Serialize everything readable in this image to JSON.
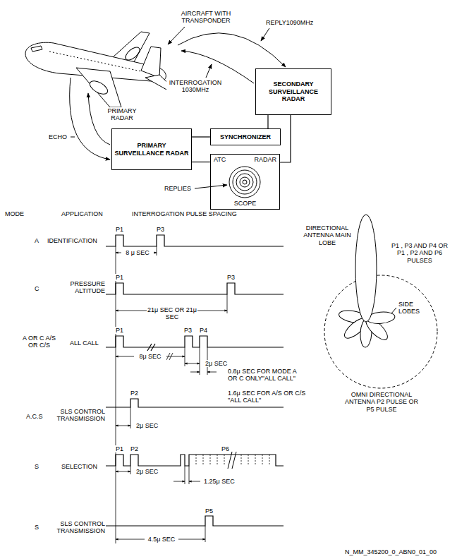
{
  "diagram": {
    "nodes": [
      {
        "text": [
          "SECONDARY SURVEILLANCE RADAR"
        ]
      },
      {
        "text": [
          "SYNCHRONIZER"
        ]
      },
      {
        "text": [
          "PRIMARY SURVEILLANCE RADAR"
        ]
      },
      {
        "text": [
          "ATC",
          "RADAR",
          "SCOPE"
        ]
      }
    ],
    "edges": [
      {
        "from": 0,
        "to": 1,
        "arrow": "none"
      },
      {
        "from": 1,
        "to": 2,
        "arrow": "none"
      },
      {
        "from": 0,
        "to": 3,
        "arrow": "none"
      },
      {
        "from": 2,
        "to": 3,
        "arrow": "none"
      }
    ],
    "labels": [
      "AIRCRAFT WITH TRANSPONDER",
      "REPLY1090MHz",
      "INTERROGATION 1030MHz",
      "PRIMARY RADAR",
      "ECHO",
      "REPLIES",
      "MODE",
      "APPLICATION",
      "INTERROGATION PULSE SPACING",
      "A",
      "IDENTIFICATION",
      "P1",
      "P3",
      "8 μ SEC",
      "C",
      "PRESSURE ALTITUDE",
      "P1",
      "P3",
      "21μ SEC OR 21μ SEC",
      "A OR C A/S OR C/S",
      "ALL CALL",
      "P1",
      "P3",
      "P4",
      "8μ SEC",
      "2μ SEC",
      "0.8μ SEC FOR MODE A OR C ONLY\"ALL CALL\"",
      "1.6μ SEC FOR A/S OR C/S \"ALL CALL\"",
      "A.C.S",
      "SLS CONTROL TRANSMISSION",
      "P2",
      "2μ SEC",
      "S",
      "SELECTION",
      "P1",
      "P2",
      "P6",
      "2μ SEC",
      "1.25μ SEC",
      "S",
      "SLS CONTROL TRANSMISSION",
      "P5",
      "4.5μ SEC",
      "DIRECTIONAL ANTENNA MAIN LOBE",
      "P1 , P3 AND P4 OR P1 , P2 AND P6 PULSES",
      "SIDE LOBES",
      "OMNI DIRECTIONAL ANTENNA P2 PULSE OR P5 PULSE",
      "N_MM_345200_0_ABN0_01_00"
    ]
  }
}
